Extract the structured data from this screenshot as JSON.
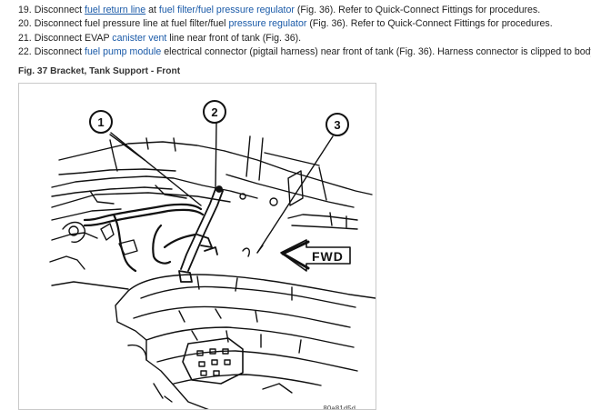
{
  "steps": [
    {
      "num": "19.",
      "t1": "Disconnect ",
      "link1": "fuel return line",
      "t2": " at ",
      "link2": "fuel filter/fuel pressure regulator",
      "t3": " (Fig. 36). Refer to Quick-Connect Fittings for procedures."
    },
    {
      "num": "20.",
      "t1": "Disconnect fuel pressure line at fuel filter/fuel ",
      "link1": "pressure regulator",
      "t2": " (Fig. 36). Refer to Quick-Connect Fittings for procedures."
    },
    {
      "num": "21.",
      "t1": "Disconnect EVAP ",
      "link1": "canister vent",
      "t2": " line near front of tank (Fig. 36)."
    },
    {
      "num": "22.",
      "t1": "Disconnect ",
      "link1": "fuel pump module",
      "t2": " electrical connector (pigtail harness) near front of tank (Fig. 36). Harness connector is clipped to body."
    }
  ],
  "figure": {
    "title": "Fig. 37 Bracket, Tank Support - Front",
    "callouts": [
      "1",
      "2",
      "3"
    ],
    "direction_label": "FWD",
    "image_id": "80a81d5d"
  },
  "colors": {
    "link": "#1a5aa8",
    "text": "#222222",
    "drawing": "#111111"
  }
}
